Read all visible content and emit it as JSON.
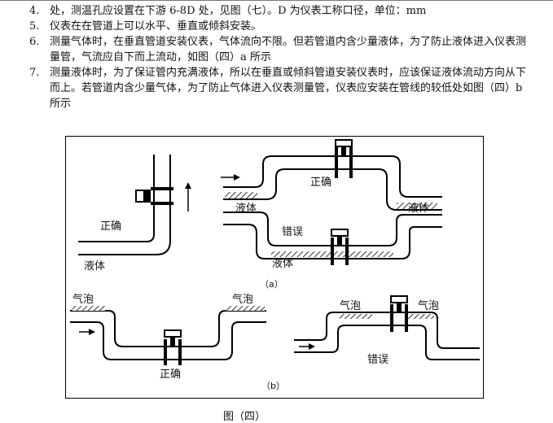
{
  "items": [
    {
      "num": "4.",
      "text": "处，测温孔应设置在下游 6-8D 处，见图（七）。D 为仪表工称口径，单位：mm"
    },
    {
      "num": "5.",
      "text": "仪表在在管道上可以水平、垂直或倾斜安装。"
    },
    {
      "num": "6.",
      "text": "测量气体时，在垂直管道安装仪表，气体流向不限。但若管道内含少量液体，为了防止液体进入仪表测量管，气流应自下而上流动，如图（四）a 所示"
    },
    {
      "num": "7.",
      "text": "测量液体时，为了保证管内充满液体，所以在垂直或倾斜管道安装仪表时，应该保证液体流动方向从下而上。若管道内含少量气体，为了防止气体进入仪表测量管，仪表应安装在管线的较低处如图（四）b 所示"
    }
  ],
  "figure": {
    "a_left": {
      "correct": "正确",
      "liquid": "液体"
    },
    "a_right": {
      "correct": "正确",
      "liquid_top": "液体",
      "wrong": "错误",
      "liquid_bottom": "液体"
    },
    "a_label": "（a）",
    "b_left": {
      "bubble_left": "气泡",
      "bubble_right": "气泡",
      "correct": "正确"
    },
    "b_right": {
      "bubble_left": "气泡",
      "bubble_right": "气泡",
      "wrong": "错误"
    },
    "b_label": "（b）"
  },
  "caption": "图（四）"
}
